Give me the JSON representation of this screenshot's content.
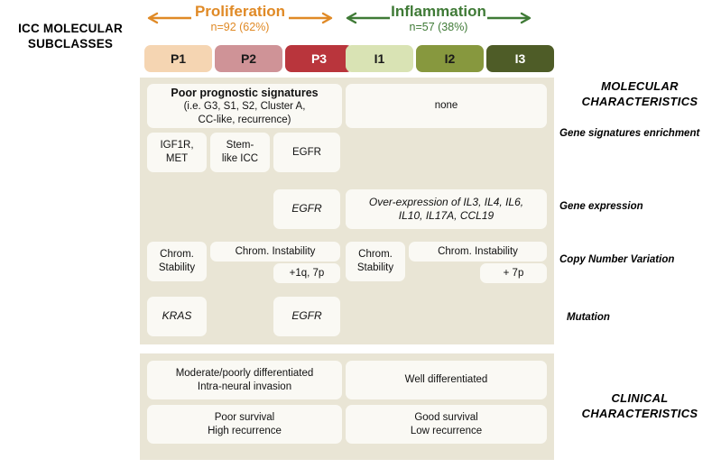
{
  "title": "ICC MOLECULAR SUBCLASSES",
  "groups": [
    {
      "name": "Proliferation",
      "n_label": "n=92 (62%)",
      "color": "#e08a26",
      "arrow_icon": "double-arrow-horizontal"
    },
    {
      "name": "Inflammation",
      "n_label": "n=57 (38%)",
      "color": "#3f7a36",
      "arrow_icon": "double-arrow-horizontal"
    }
  ],
  "subclasses": [
    {
      "label": "P1",
      "color": "#f5d5b2",
      "text_color": "#1a1a1a"
    },
    {
      "label": "P2",
      "color": "#cf9397",
      "text_color": "#1a1a1a"
    },
    {
      "label": "P3",
      "color": "#b9353c",
      "text_color": "#ffffff"
    },
    {
      "label": "I1",
      "color": "#d9e3b4",
      "text_color": "#1a1a1a"
    },
    {
      "label": "I2",
      "color": "#87983e",
      "text_color": "#1a1a1a"
    },
    {
      "label": "I3",
      "color": "#4e5c27",
      "text_color": "#ffffff"
    }
  ],
  "sections": {
    "molecular": "MOLECULAR CHARACTERISTICS",
    "molecular_line1": "MOLECULAR",
    "molecular_line2": "CHARACTERISTICS",
    "clinical_line1": "CLINICAL",
    "clinical_line2": "CHARACTERISTICS"
  },
  "row_labels": {
    "gene_signatures": "Gene signatures enrichment",
    "gene_expression": "Gene expression",
    "copy_number": "Copy Number Variation",
    "mutation": "Mutation"
  },
  "cells": {
    "prognostic_title": "Poor prognostic signatures",
    "prognostic_sub1": "(i.e. G3, S1, S2, Cluster A,",
    "prognostic_sub2": "CC-like, recurrence)",
    "none": "none",
    "igf1r_met_1": "IGF1R,",
    "igf1r_met_2": "MET",
    "stemlike_1": "Stem-",
    "stemlike_2": "like ICC",
    "egfr_signature": "EGFR",
    "egfr_expression": "EGFR",
    "overexpression_1": "Over-expression of IL3, IL4, IL6,",
    "overexpression_2": "IL10, IL17A, CCL19",
    "chrom_stability_p_1": "Chrom.",
    "chrom_stability_p_2": "Stability",
    "chrom_instability_p": "Chrom.  Instability",
    "cnv_gains_p": "+1q, 7p",
    "chrom_stability_i_1": "Chrom.",
    "chrom_stability_i_2": "Stability",
    "chrom_instability_i": "Chrom.  Instability",
    "cnv_gains_i": "+ 7p",
    "kras": "KRAS",
    "egfr_mutation": "EGFR",
    "clinical_prolif_1": "Moderate/poorly differentiated",
    "clinical_prolif_2": "Intra-neural invasion",
    "clinical_inflam_1": "Well differentiated",
    "clinical_survival_prolif_1": "Poor survival",
    "clinical_survival_prolif_2": "High recurrence",
    "clinical_survival_inflam_1": "Good survival",
    "clinical_survival_inflam_2": "Low recurrence"
  }
}
